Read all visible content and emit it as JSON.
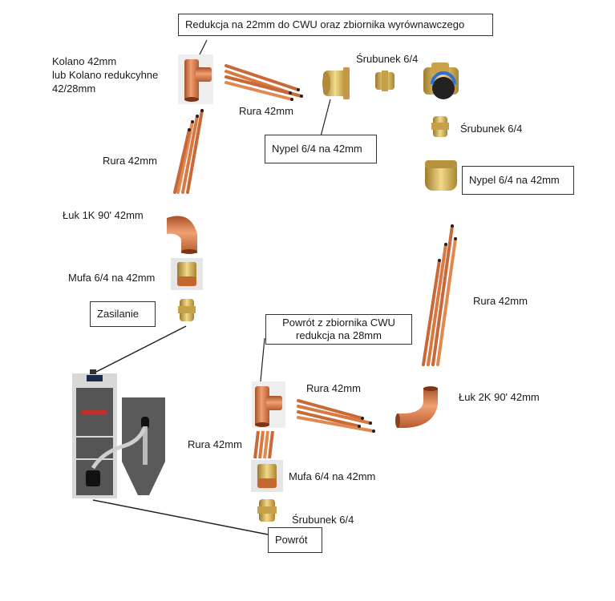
{
  "diagram": {
    "title": "Schemat podłączenia kotła - elementy instalacji",
    "callouts": {
      "reduction_top": "Redukcja na 22mm do CWU oraz zbiornika wyrównawczego",
      "nipple_left": "Nypel 6/4 na 42mm",
      "nipple_right": "Nypel 6/4 na 42mm",
      "supply": "Zasilanie",
      "return_cwu_line1": "Powrót z zbiornika CWU",
      "return_cwu_line2": "redukcja na 28mm",
      "return": "Powrót"
    },
    "labels": {
      "elbow_tee_line1": "Kolano 42mm",
      "elbow_tee_line2": "lub Kolano redukcyhne",
      "elbow_tee_line3": "42/28mm",
      "pipe_top": "Rura 42mm",
      "union_top": "Śrubunek 6/4",
      "union_right": "Śrubunek 6/4",
      "pipe_left": "Rura 42mm",
      "bend_1k": "Łuk 1K 90' 42mm",
      "sleeve_left": "Mufa 6/4 na 42mm",
      "pipe_right": "Rura 42mm",
      "pipe_bottom_horizontal": "Rura 42mm",
      "bend_2k": "Łuk 2K 90' 42mm",
      "pipe_bottom_vertical": "Rura 42mm",
      "sleeve_bottom": "Mufa 6/4 na 42mm",
      "union_bottom": "Śrubunek 6/4"
    },
    "colors": {
      "copper": "#d9783f",
      "copper_dark": "#a8502a",
      "brass": "#d9b25a",
      "brass_dark": "#9c7a2c",
      "boiler_grey": "#555555",
      "valve_blue": "#2f6fd1"
    }
  }
}
